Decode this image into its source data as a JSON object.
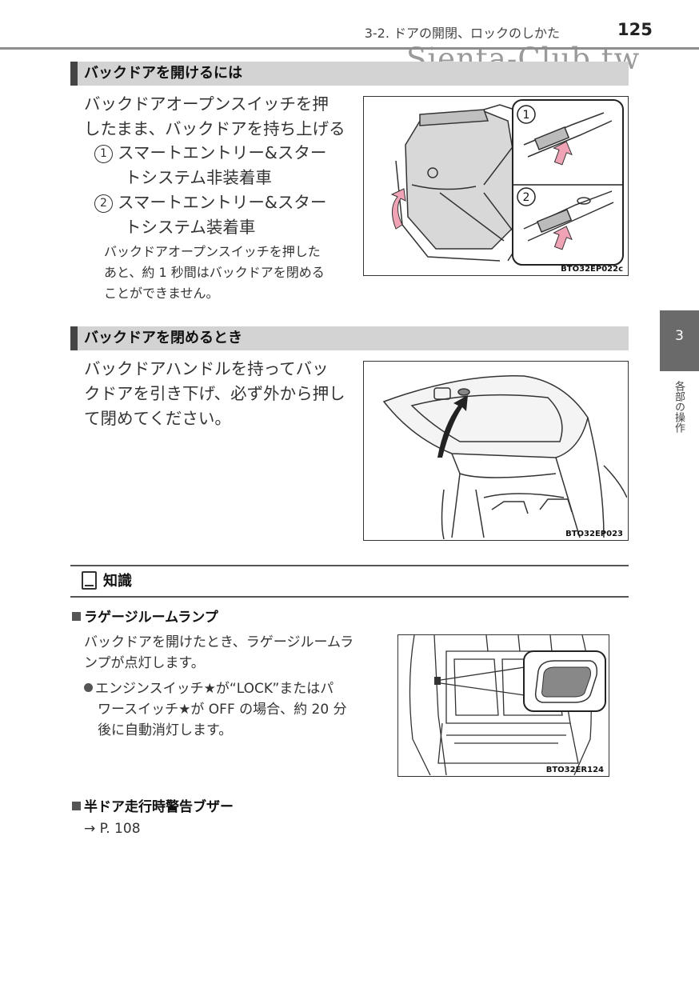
{
  "header": {
    "section": "3-2. ドアの開閉、ロックのしかた",
    "page_number": "125",
    "watermark": "Sienta-Club.tw"
  },
  "side_tab": {
    "number": "3",
    "label": "各部の操作"
  },
  "section1": {
    "title": "バックドアを開けるには",
    "body_lines": [
      "バックドアオープンスイッチを押",
      "したまま、バックドアを持ち上げる"
    ],
    "items": [
      {
        "num": "1",
        "lines": [
          "スマートエントリー&スター",
          "トシステム非装着車"
        ]
      },
      {
        "num": "2",
        "lines": [
          "スマートエントリー&スター",
          "トシステム装着車"
        ]
      }
    ],
    "note_lines": [
      "バックドアオープンスイッチを押した",
      "あと、約 1 秒間はバックドアを閉める",
      "ことができません。"
    ],
    "figure": {
      "code": "BTO32EP022c",
      "inset_nums": [
        "1",
        "2"
      ]
    }
  },
  "section2": {
    "title": "バックドアを閉めるとき",
    "body_lines": [
      "バックドアハンドルを持ってバッ",
      "クドアを引き下げ、必ず外から押し",
      "て閉めてください。"
    ],
    "figure": {
      "code": "BTO32EP023"
    }
  },
  "knowledge": {
    "title": "知識",
    "topic1": {
      "title": "ラゲージルームランプ",
      "body_lines": [
        "バックドアを開けたとき、ラゲージルームラ",
        "ンプが点灯します。"
      ],
      "bullet_lines": [
        "エンジンスイッチ★が“LOCK”またはパ",
        "ワースイッチ★が OFF の場合、約 20 分",
        "後に自動消灯します。"
      ],
      "figure": {
        "code": "BTO32ER124"
      }
    },
    "topic2": {
      "title": "半ドア走行時警告ブザー",
      "ref": "→ P. 108"
    }
  }
}
